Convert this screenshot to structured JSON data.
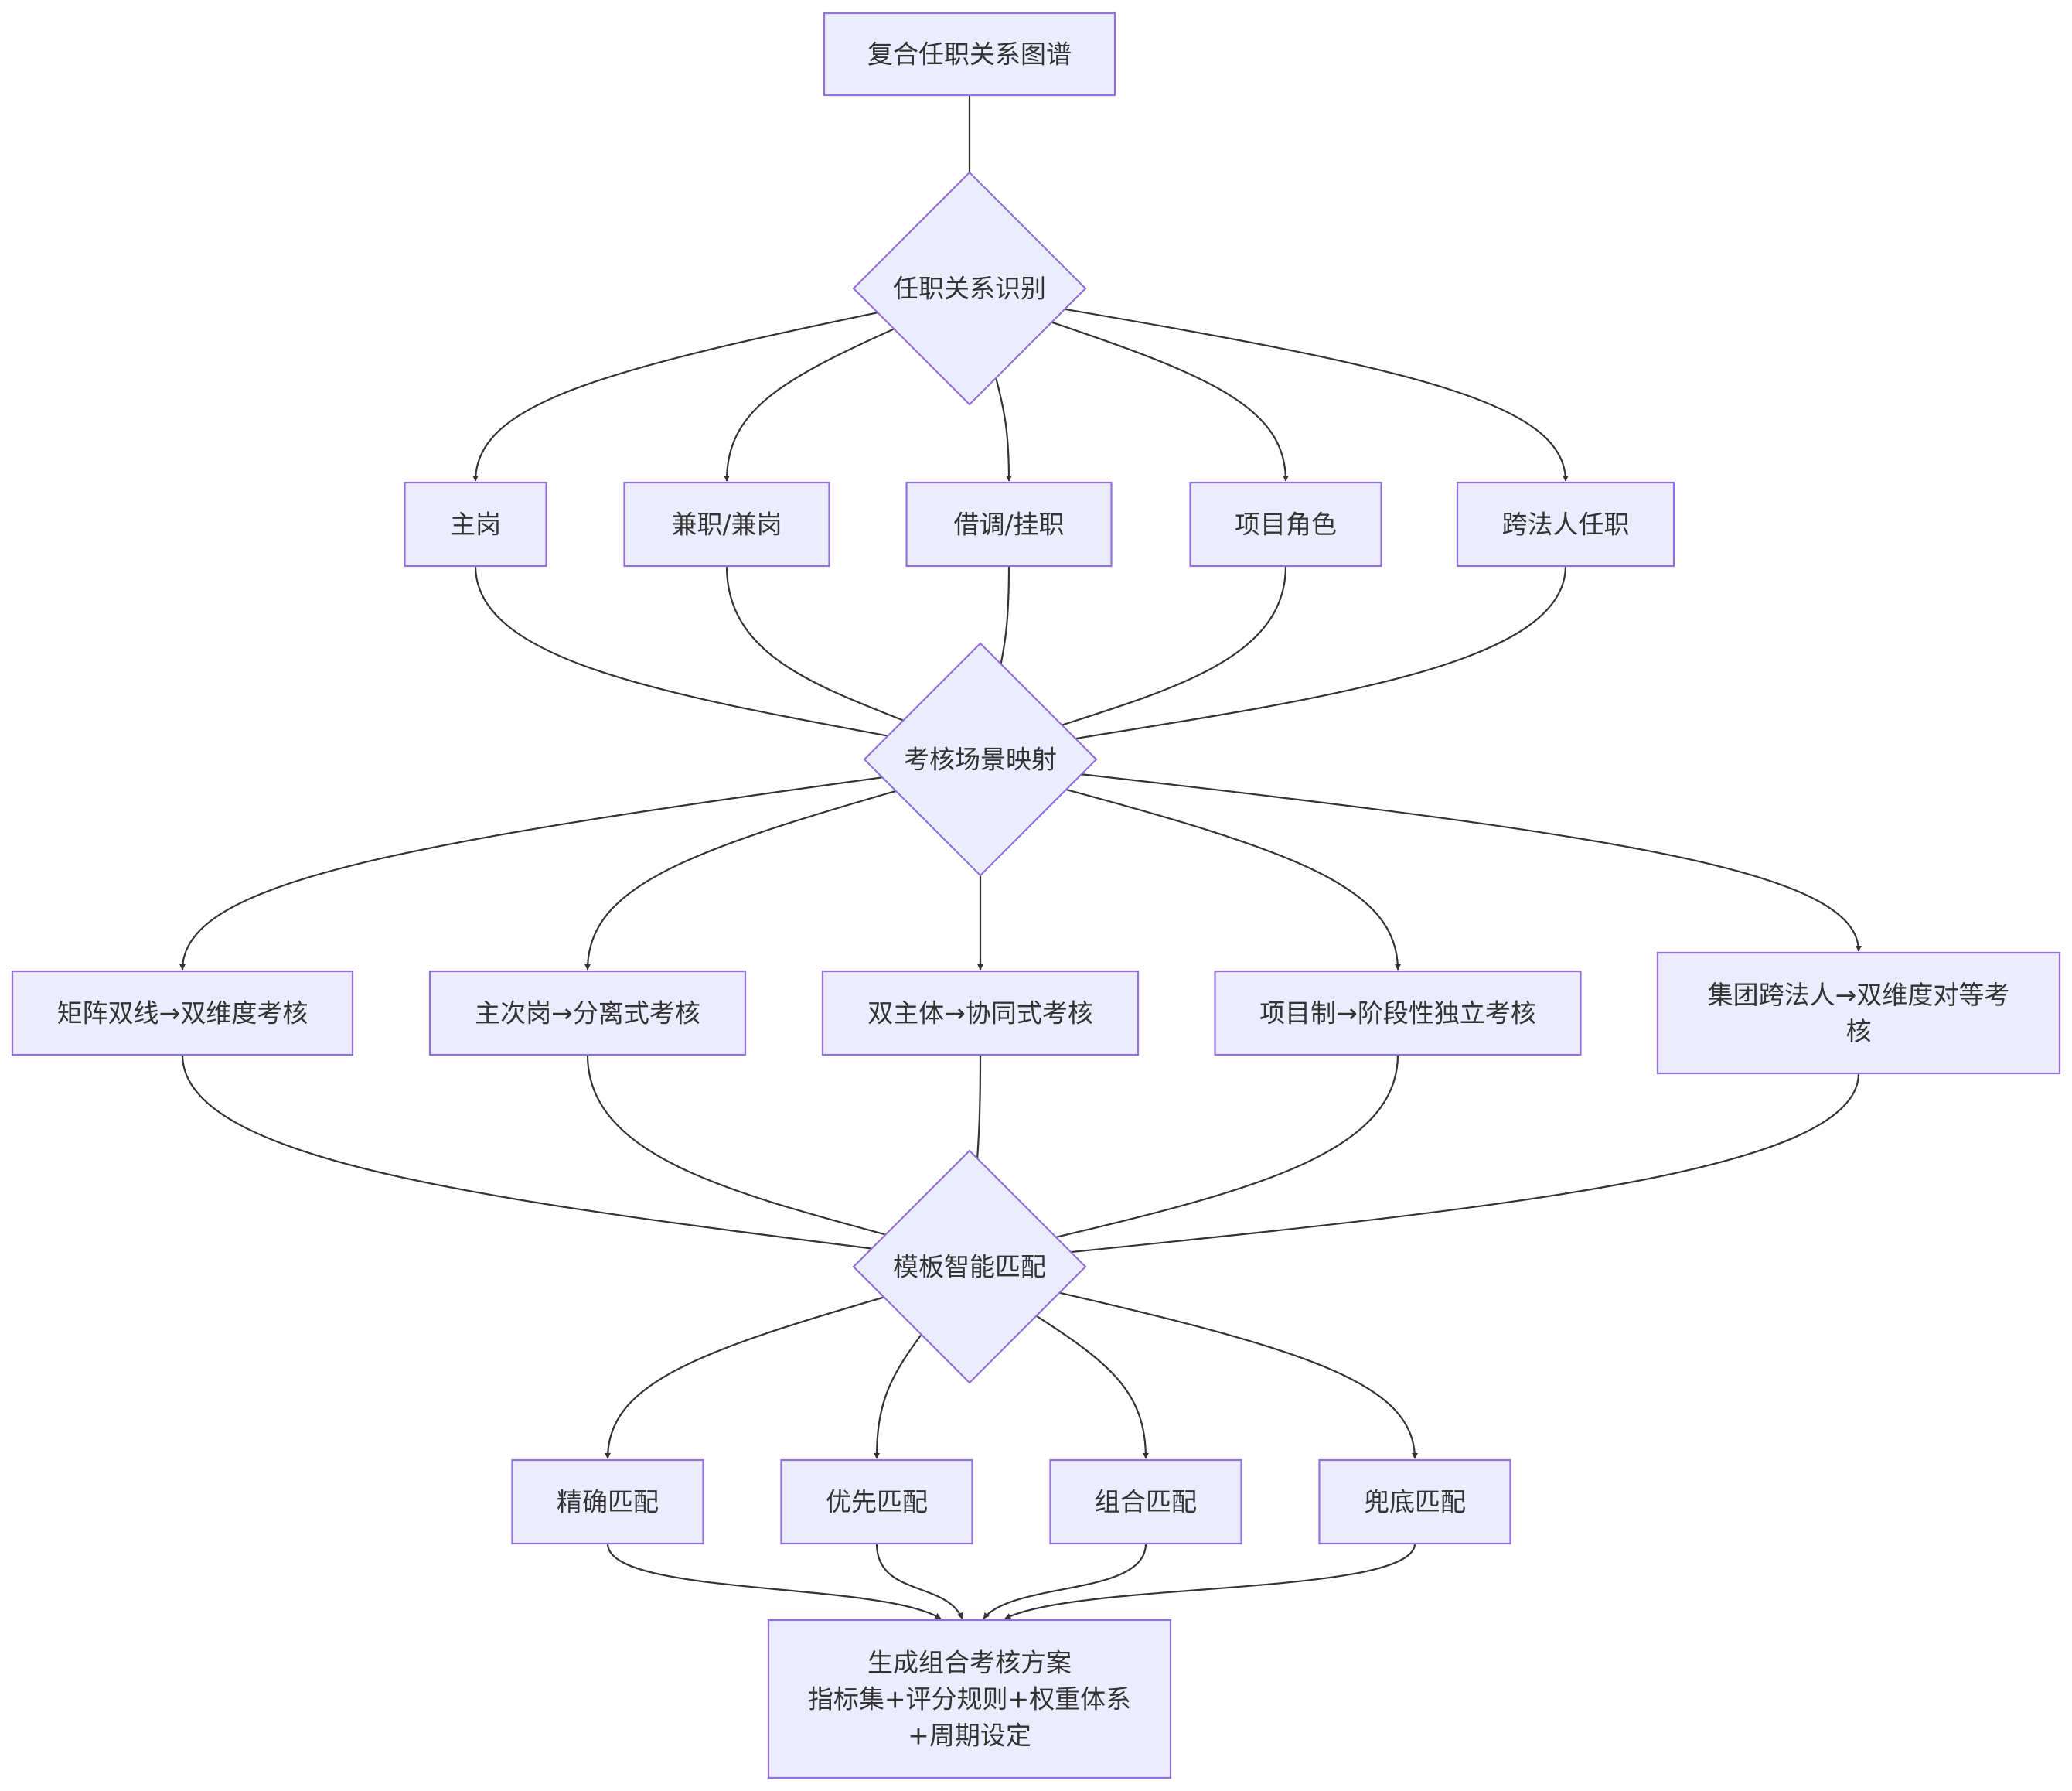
{
  "colors": {
    "node_fill": "#ECECFF",
    "node_stroke": "#9370DB",
    "edge": "#333333",
    "text": "#333333"
  },
  "nodes": {
    "graph": {
      "lines": [
        "复合任职关系图谱"
      ]
    },
    "identify": {
      "lines": [
        "任职关系识别"
      ]
    },
    "main_post": {
      "lines": [
        "主岗"
      ]
    },
    "part_time": {
      "lines": [
        "兼职/兼岗"
      ]
    },
    "secondment": {
      "lines": [
        "借调/挂职"
      ]
    },
    "project_role": {
      "lines": [
        "项目角色"
      ]
    },
    "cross_entity": {
      "lines": [
        "跨法人任职"
      ]
    },
    "mapping": {
      "lines": [
        "考核场景映射"
      ]
    },
    "matrix": {
      "lines": [
        "矩阵双线→双维度考核"
      ]
    },
    "primary_secondary": {
      "lines": [
        "主次岗→分离式考核"
      ]
    },
    "dual_subject": {
      "lines": [
        "双主体→协同式考核"
      ]
    },
    "project_system": {
      "lines": [
        "项目制→阶段性独立考核"
      ]
    },
    "group_cross": {
      "lines": [
        "集团跨法人→双维度对等考",
        "核"
      ]
    },
    "template_match": {
      "lines": [
        "模板智能匹配"
      ]
    },
    "exact": {
      "lines": [
        "精确匹配"
      ]
    },
    "priority": {
      "lines": [
        "优先匹配"
      ]
    },
    "combo": {
      "lines": [
        "组合匹配"
      ]
    },
    "fallback": {
      "lines": [
        "兜底匹配"
      ]
    },
    "result": {
      "lines": [
        "生成组合考核方案",
        "指标集+评分规则+权重体系",
        "+周期设定"
      ]
    }
  },
  "edges": [
    [
      "graph",
      "identify"
    ],
    [
      "identify",
      "main_post"
    ],
    [
      "identify",
      "part_time"
    ],
    [
      "identify",
      "secondment"
    ],
    [
      "identify",
      "project_role"
    ],
    [
      "identify",
      "cross_entity"
    ],
    [
      "main_post",
      "mapping"
    ],
    [
      "part_time",
      "mapping"
    ],
    [
      "secondment",
      "mapping"
    ],
    [
      "project_role",
      "mapping"
    ],
    [
      "cross_entity",
      "mapping"
    ],
    [
      "mapping",
      "matrix"
    ],
    [
      "mapping",
      "primary_secondary"
    ],
    [
      "mapping",
      "dual_subject"
    ],
    [
      "mapping",
      "project_system"
    ],
    [
      "mapping",
      "group_cross"
    ],
    [
      "matrix",
      "template_match"
    ],
    [
      "primary_secondary",
      "template_match"
    ],
    [
      "dual_subject",
      "template_match"
    ],
    [
      "project_system",
      "template_match"
    ],
    [
      "group_cross",
      "template_match"
    ],
    [
      "template_match",
      "exact"
    ],
    [
      "template_match",
      "priority"
    ],
    [
      "template_match",
      "combo"
    ],
    [
      "template_match",
      "fallback"
    ],
    [
      "exact",
      "result"
    ],
    [
      "priority",
      "result"
    ],
    [
      "combo",
      "result"
    ],
    [
      "fallback",
      "result"
    ]
  ]
}
